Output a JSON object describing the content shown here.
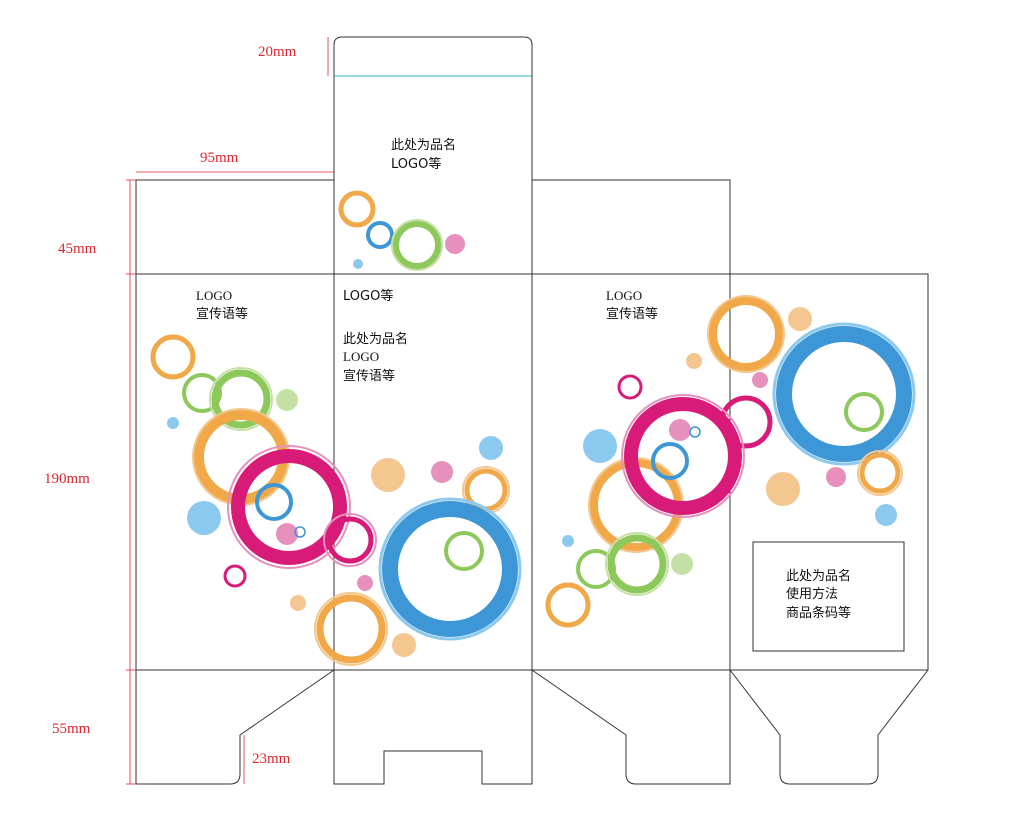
{
  "dimensions": {
    "top_tab": "20mm",
    "width": "95mm",
    "top_flap": "45mm",
    "height": "190mm",
    "bottom_flap": "55mm",
    "bottom_tab": "23mm"
  },
  "panels": {
    "top_tuck": {
      "line1": "此处为品名",
      "line2": "LOGO等"
    },
    "panel1": {
      "line1": "LOGO",
      "line2": "宣传语等"
    },
    "panel2": {
      "line1": "LOGO等",
      "line2": "此处为品名",
      "line3": "LOGO",
      "line4": "宣传语等"
    },
    "panel3": {
      "line1": "LOGO",
      "line2": "宣传语等"
    },
    "panel4_box": {
      "line1": "此处为品名",
      "line2": "使用方法",
      "line3": "商品条码等"
    }
  },
  "colors": {
    "orange": "#f0a848",
    "green": "#8cc85a",
    "blue": "#3d97d6",
    "light_blue": "#8cc9ee",
    "magenta": "#d81b78",
    "pink": "#e890bd",
    "peach": "#f4c690",
    "light_green": "#c5e0a5",
    "dimension_red": "#e0262f",
    "dieline": "#333333"
  }
}
